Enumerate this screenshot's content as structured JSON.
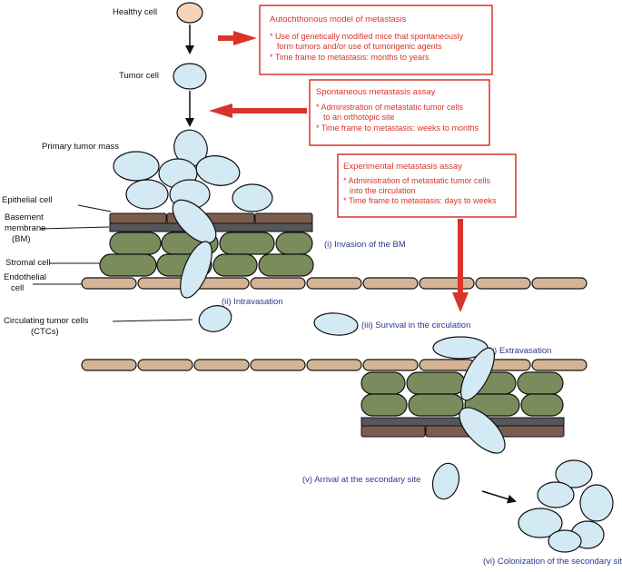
{
  "colors": {
    "tumor_cell": "#d3e9f3",
    "healthy_cell": "#f7d3ba",
    "endothelial": "#d4b494",
    "stromal": "#7a8c5c",
    "epithelial": "#7a5d4e",
    "basement_membrane": "#55575a",
    "red": "#d9342b",
    "stage_text": "#2b3990"
  },
  "labels": {
    "healthy_cell": "Healthy cell",
    "tumor_cell": "Tumor cell",
    "primary_tumor_mass": "Primary tumor mass",
    "epithelial_cell": "Epithelial cell",
    "basement_membrane": [
      "Basement",
      "membrane",
      "(BM)"
    ],
    "stromal_cell": "Stromal cell",
    "endothelial_cell": [
      "Endothelial",
      "cell"
    ],
    "ctcs": [
      "Circulating tumor cells",
      "(CTCs)"
    ]
  },
  "stages": {
    "invasion": "(i) Invasion of the BM",
    "intravasation": "(ii) Intravasation",
    "survival": "(iii) Survival in the circulation",
    "extravasation": "(iv) Extravasation",
    "arrival": "(v) Arrival at the secondary site",
    "colonization": "(vi) Colonization of the secondary site"
  },
  "boxes": {
    "autochthonous": {
      "title": "Autochthonous model of metastasis",
      "lines": [
        "* Use of genetically modified mice that spontaneously",
        "form tumors and/or use of tumorigenic agents",
        "* Time frame to metastasis: months to years"
      ]
    },
    "spontaneous": {
      "title": "Spontaneous metastasis assay",
      "lines": [
        "* Administration of metastatic tumor cells",
        "to an orthotopic site",
        "* Time frame to metastasis: weeks to months"
      ]
    },
    "experimental": {
      "title": "Experimental metastasis assay",
      "lines": [
        "* Administration of metastatic tumor cells",
        "into the circulation",
        "* Time frame to metastasis: days to weeks"
      ]
    }
  }
}
